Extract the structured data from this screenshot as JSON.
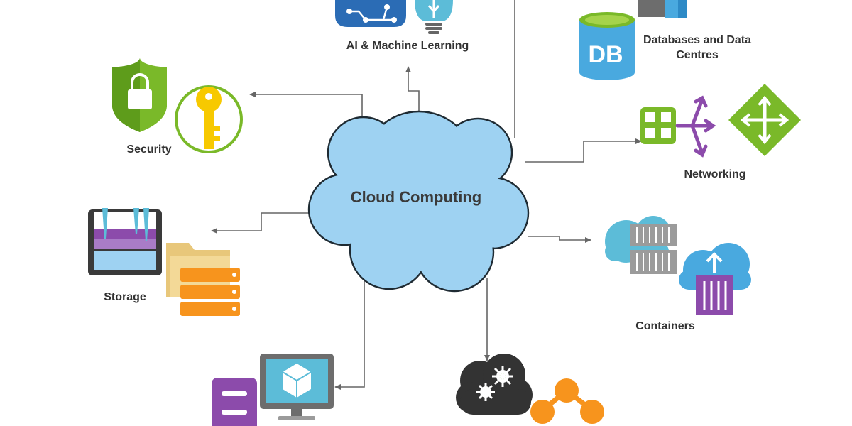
{
  "center": {
    "label": "Cloud Computing"
  },
  "nodes": {
    "ai": {
      "label": "AI & Machine Learning"
    },
    "databases": {
      "label_line1": "Databases and Data",
      "label_line2": "Centres",
      "icon_text": "DB"
    },
    "security": {
      "label": "Security"
    },
    "networking": {
      "label": "Networking"
    },
    "storage": {
      "label": "Storage"
    },
    "containers": {
      "label": "Containers"
    },
    "compute": {
      "label": ""
    },
    "devops": {
      "label": ""
    }
  },
  "colors": {
    "cloud_fill": "#9ed2f2",
    "cloud_stroke": "#1f2b33",
    "connector": "#666666",
    "green": "#7ab929",
    "yellow": "#f7c900",
    "blue_dark": "#2b6cb5",
    "db_blue": "#49a9df",
    "purple": "#8c4bab",
    "orange": "#f7941d",
    "grey": "#6d6d6d"
  }
}
